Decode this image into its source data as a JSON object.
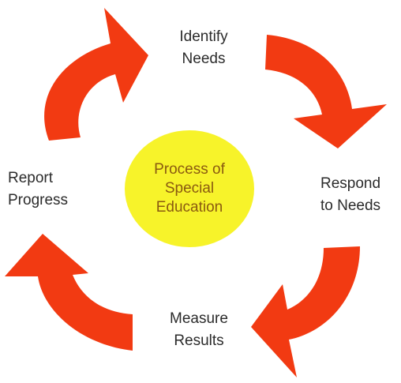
{
  "diagram": {
    "center": {
      "lines": [
        "Process of",
        "Special",
        "Education"
      ]
    },
    "steps": [
      {
        "id": "identify",
        "lines": [
          "Identify",
          "Needs"
        ]
      },
      {
        "id": "respond",
        "lines": [
          "Respond",
          "to Needs"
        ]
      },
      {
        "id": "measure",
        "lines": [
          "Measure",
          "Results"
        ]
      },
      {
        "id": "report",
        "lines": [
          "Report",
          "Progress"
        ]
      }
    ],
    "colors": {
      "arrow": "#f23a12",
      "center_fill": "#f7f32a",
      "center_text": "#8a5a10",
      "step_text": "#2b2b2b",
      "background": "#ffffff"
    }
  }
}
